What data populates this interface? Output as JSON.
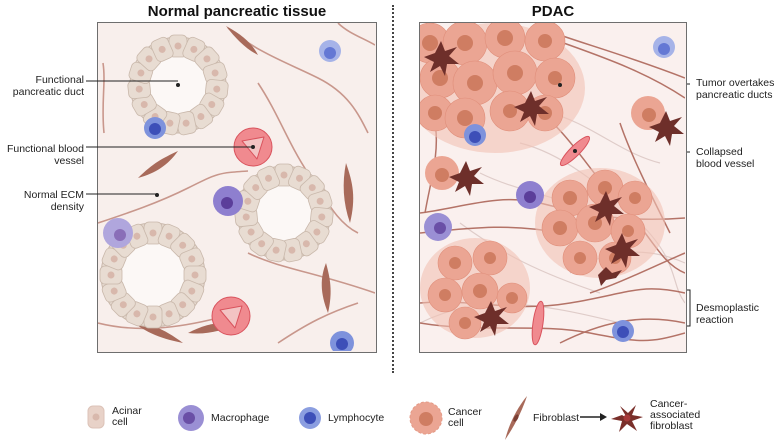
{
  "panels": {
    "left": {
      "title": "Normal pancreatic tissue",
      "background": "#f8efec",
      "annotations": [
        {
          "text_line1": "Functional",
          "text_line2": "pancreatic duct"
        },
        {
          "text_line1": "Functional blood",
          "text_line2": "vessel"
        },
        {
          "text_line1": "Normal ECM",
          "text_line2": "density"
        }
      ]
    },
    "right": {
      "title": "PDAC",
      "background": "#faf0ee",
      "annotations": [
        {
          "text_line1": "Tumor overtakes",
          "text_line2": "pancreatic ducts"
        },
        {
          "text_line1": "Collapsed",
          "text_line2": "blood vessel"
        },
        {
          "text_line1": "Desmoplastic",
          "text_line2": "reaction"
        }
      ]
    }
  },
  "legend": {
    "items": [
      {
        "icon": "acinar-cell-icon",
        "line1": "Acinar",
        "line2": "cell"
      },
      {
        "icon": "macrophage-icon",
        "line1": "Macrophage",
        "line2": ""
      },
      {
        "icon": "lymphocyte-icon",
        "line1": "Lymphocyte",
        "line2": ""
      },
      {
        "icon": "cancer-cell-icon",
        "line1": "Cancer",
        "line2": "cell"
      },
      {
        "icon": "fibroblast-icon",
        "line1": "Fibroblast",
        "line2": ""
      },
      {
        "icon": "cancer-associated-fibroblast-icon",
        "line1": "Cancer-",
        "line2": "associated",
        "line3": "fibroblast"
      }
    ]
  },
  "colors": {
    "acinar": "#e8dcd2",
    "acinar_nucleus": "#d8b8ac",
    "macrophage": "#9a8fd4",
    "macrophage_nucleus": "#6a4fa6",
    "lymphocyte": "#8b9ee0",
    "lymphocyte_nucleus": "#3d4fb8",
    "cancer": "#eba593",
    "cancer_nucleus": "#cf7d62",
    "fibroblast": "#a86a5a",
    "caf": "#6e2f2a",
    "vessel": "#e8737a",
    "ecm_fiber": "#b56a5e"
  }
}
